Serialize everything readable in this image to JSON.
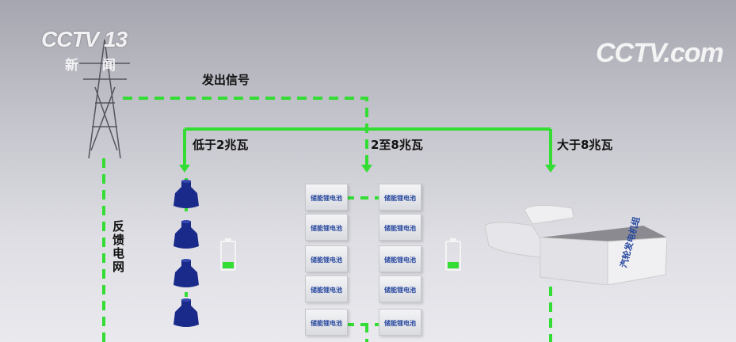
{
  "broadcast": {
    "logo": "CCTV 13",
    "channel_name": "新闻",
    "watermark": "CCTV.com"
  },
  "diagram": {
    "signal_label": "发出信号",
    "feedback_label": "反馈电网",
    "branches": [
      {
        "label": "低于2兆瓦",
        "component": "flywheel"
      },
      {
        "label": "2至8兆瓦",
        "component": "储能锂电池"
      },
      {
        "label": "大于8兆瓦",
        "component": "汽轮发电机组"
      }
    ],
    "battery_block_label": "储能锂电池",
    "turbine_label": "汽轮发电机组",
    "battery_charge_level": 0.25,
    "colors": {
      "line": "#33dd33",
      "flywheel": "#1a2a8a",
      "block_text": "#2a4aa0"
    }
  }
}
